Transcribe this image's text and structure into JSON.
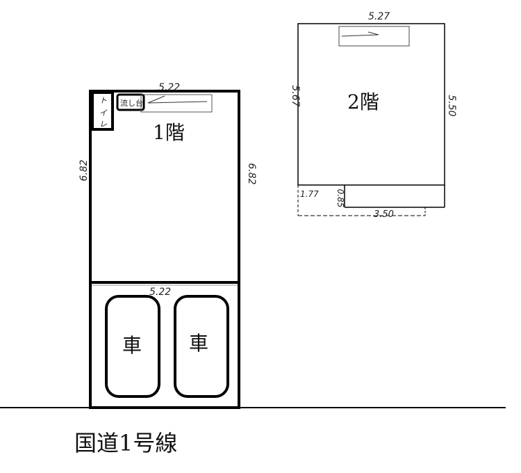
{
  "floor1": {
    "title": "1階",
    "toilet": "トイレ",
    "sink": "流し台",
    "dim_top": "5.22",
    "dim_left": "6.82",
    "dim_right": "6.82"
  },
  "parking": {
    "dim_top": "5.22",
    "car_labels": [
      "車",
      "車"
    ]
  },
  "floor2": {
    "title": "2階",
    "dim_top": "5.27",
    "dim_left": "5.67",
    "dim_right": "5.50",
    "dim_small_left": "1.77",
    "dim_small_height": "0.85",
    "dim_bottom": "3.50"
  },
  "road": {
    "label": "国道1号線"
  }
}
